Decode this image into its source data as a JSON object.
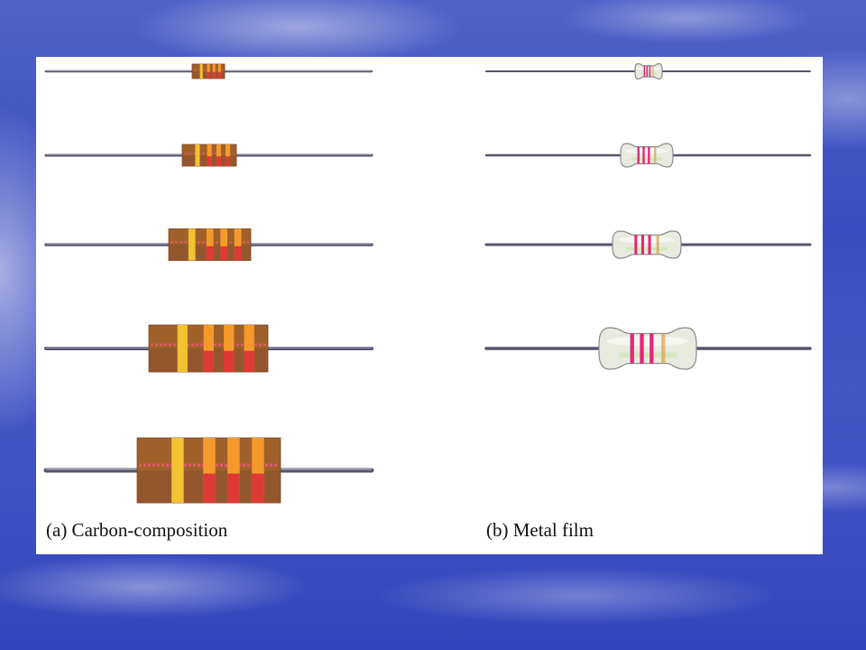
{
  "captions": {
    "carbon": "(a) Carbon-composition",
    "metal": "(b) Metal film"
  },
  "colors": {
    "background_blue": "#3d4fc4",
    "panel": "#ffffff",
    "lead_wire": "#6b6b80",
    "carbon_body": "#a0602a",
    "carbon_band_orange": "#f59a2a",
    "carbon_band_red": "#d8203a",
    "carbon_band_gold": "#f2c230",
    "metal_body": "#e8eadf",
    "metal_band_magenta": "#e2106e"
  },
  "carbon_resistors": [
    {
      "name": "carbon-resistor-1",
      "size": "smallest"
    },
    {
      "name": "carbon-resistor-2",
      "size": "small"
    },
    {
      "name": "carbon-resistor-3",
      "size": "medium"
    },
    {
      "name": "carbon-resistor-4",
      "size": "large"
    },
    {
      "name": "carbon-resistor-5",
      "size": "largest"
    }
  ],
  "metal_resistors": [
    {
      "name": "metal-film-resistor-1",
      "size": "smallest"
    },
    {
      "name": "metal-film-resistor-2",
      "size": "small"
    },
    {
      "name": "metal-film-resistor-3",
      "size": "medium"
    },
    {
      "name": "metal-film-resistor-4",
      "size": "largest"
    }
  ]
}
